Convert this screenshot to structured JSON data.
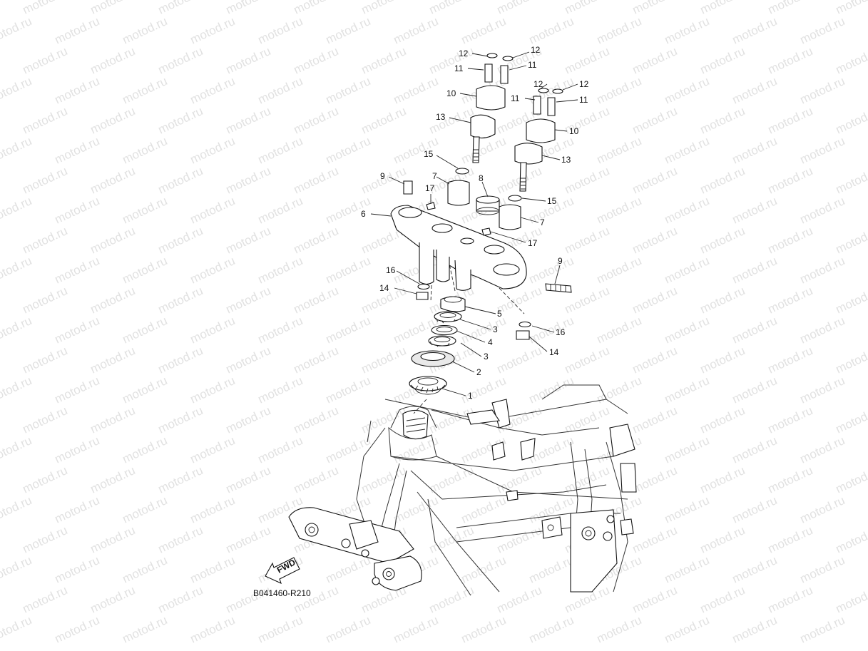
{
  "watermark": {
    "text": "motod.ru"
  },
  "diagram": {
    "code": "B041460-R210",
    "fwd_label": "FWD",
    "callouts": [
      {
        "id": "c12a",
        "label": "12"
      },
      {
        "id": "c12b",
        "label": "12"
      },
      {
        "id": "c11a",
        "label": "11"
      },
      {
        "id": "c11b",
        "label": "11"
      },
      {
        "id": "c12c",
        "label": "12"
      },
      {
        "id": "c12d",
        "label": "12"
      },
      {
        "id": "c11c",
        "label": "11"
      },
      {
        "id": "c11d",
        "label": "11"
      },
      {
        "id": "c10a",
        "label": "10"
      },
      {
        "id": "c10b",
        "label": "10"
      },
      {
        "id": "c13a",
        "label": "13"
      },
      {
        "id": "c13b",
        "label": "13"
      },
      {
        "id": "c15a",
        "label": "15"
      },
      {
        "id": "c15b",
        "label": "15"
      },
      {
        "id": "c9a",
        "label": "9"
      },
      {
        "id": "c9b",
        "label": "9"
      },
      {
        "id": "c7a",
        "label": "7"
      },
      {
        "id": "c7b",
        "label": "7"
      },
      {
        "id": "c8",
        "label": "8"
      },
      {
        "id": "c17a",
        "label": "17"
      },
      {
        "id": "c17b",
        "label": "17"
      },
      {
        "id": "c6",
        "label": "6"
      },
      {
        "id": "c16a",
        "label": "16"
      },
      {
        "id": "c16b",
        "label": "16"
      },
      {
        "id": "c14a",
        "label": "14"
      },
      {
        "id": "c14b",
        "label": "14"
      },
      {
        "id": "c5",
        "label": "5"
      },
      {
        "id": "c3a",
        "label": "3"
      },
      {
        "id": "c4",
        "label": "4"
      },
      {
        "id": "c3b",
        "label": "3"
      },
      {
        "id": "c2",
        "label": "2"
      },
      {
        "id": "c1",
        "label": "1"
      }
    ]
  }
}
